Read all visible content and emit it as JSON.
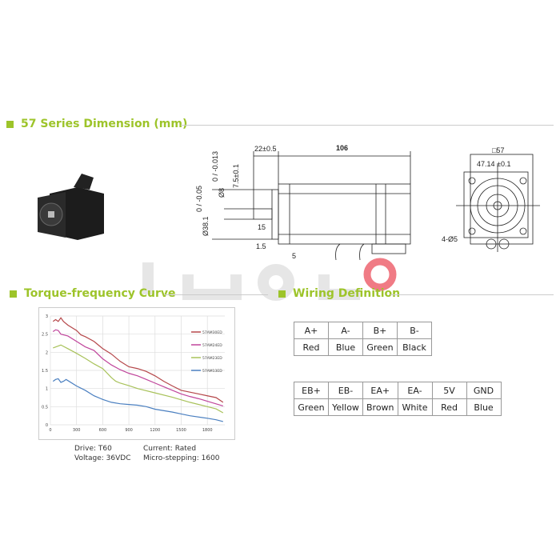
{
  "sections": {
    "dimension_title": "57 Series Dimension (mm)",
    "torque_title": "Torque-frequency Curve",
    "wiring_title": "Wiring Definition"
  },
  "dimensions": {
    "shaft_length": "22±0.5",
    "body_length": "106",
    "flat": "7.5±0.1",
    "shaft_dia": "Ø8",
    "shaft_tol": "0 / -0.013",
    "boss_dia": "Ø38.1",
    "boss_tol": "0 / -0.05",
    "key": "15",
    "flange": "1.5",
    "step": "5",
    "square": "□57",
    "hole_pitch": "47.14 ±0.1",
    "holes": "4-Ø5"
  },
  "chart_data": {
    "type": "line",
    "xlim": [
      0,
      2000
    ],
    "ylim": [
      0,
      3
    ],
    "xticks": [
      0,
      300,
      600,
      900,
      1200,
      1500,
      1800
    ],
    "yticks": [
      0,
      0.5,
      1,
      1.5,
      2,
      2.5,
      3
    ],
    "grid": true,
    "legend": "right",
    "series": [
      {
        "name": "57AM30ED",
        "color": "#b5474a",
        "x": [
          30,
          60,
          90,
          120,
          150,
          200,
          300,
          350,
          400,
          500,
          600,
          700,
          800,
          900,
          1000,
          1100,
          1200,
          1300,
          1400,
          1500,
          1600,
          1700,
          1800,
          1900,
          1980
        ],
        "y": [
          2.85,
          2.9,
          2.85,
          2.95,
          2.85,
          2.75,
          2.6,
          2.48,
          2.43,
          2.3,
          2.1,
          1.95,
          1.75,
          1.6,
          1.55,
          1.47,
          1.35,
          1.2,
          1.07,
          0.95,
          0.9,
          0.85,
          0.8,
          0.75,
          0.62
        ]
      },
      {
        "name": "57AM24ED",
        "color": "#c0469c",
        "x": [
          30,
          60,
          90,
          120,
          200,
          300,
          400,
          500,
          600,
          700,
          800,
          900,
          1000,
          1100,
          1200,
          1300,
          1400,
          1500,
          1600,
          1700,
          1800,
          1980
        ],
        "y": [
          2.57,
          2.62,
          2.6,
          2.5,
          2.45,
          2.3,
          2.15,
          2.05,
          1.82,
          1.65,
          1.52,
          1.42,
          1.35,
          1.25,
          1.15,
          1.05,
          0.95,
          0.85,
          0.78,
          0.72,
          0.65,
          0.52
        ]
      },
      {
        "name": "57AM23ED",
        "color": "#a8c25a",
        "x": [
          30,
          120,
          200,
          300,
          400,
          500,
          600,
          700,
          750,
          800,
          900,
          1000,
          1200,
          1400,
          1600,
          1800,
          1900,
          1980
        ],
        "y": [
          2.12,
          2.2,
          2.1,
          1.97,
          1.83,
          1.68,
          1.55,
          1.3,
          1.2,
          1.15,
          1.08,
          1.0,
          0.88,
          0.76,
          0.62,
          0.5,
          0.44,
          0.33
        ]
      },
      {
        "name": "57AM13ED",
        "color": "#4a7fc0",
        "x": [
          30,
          60,
          90,
          120,
          150,
          180,
          200,
          300,
          400,
          500,
          600,
          700,
          800,
          900,
          1000,
          1100,
          1200,
          1400,
          1500,
          1600,
          1800,
          1900,
          1980
        ],
        "y": [
          1.2,
          1.25,
          1.27,
          1.17,
          1.2,
          1.25,
          1.22,
          1.07,
          0.95,
          0.8,
          0.7,
          0.62,
          0.58,
          0.56,
          0.54,
          0.5,
          0.43,
          0.35,
          0.3,
          0.25,
          0.18,
          0.14,
          0.09
        ]
      }
    ]
  },
  "chart_caption": {
    "drive": "Drive:  T60",
    "current": "Current:  Rated",
    "voltage": "Voltage:  36VDC",
    "microstep": "Micro-stepping:  1600"
  },
  "wiring": {
    "motor": {
      "pins": [
        "A+",
        "A-",
        "B+",
        "B-"
      ],
      "colors": [
        "Red",
        "Blue",
        "Green",
        "Black"
      ]
    },
    "encoder": {
      "pins": [
        "EB+",
        "EB-",
        "EA+",
        "EA-",
        "5V",
        "GND"
      ],
      "colors": [
        "Green",
        "Yellow",
        "Brown",
        "White",
        "Red",
        "Blue"
      ]
    }
  },
  "accent": "#9dc42a"
}
